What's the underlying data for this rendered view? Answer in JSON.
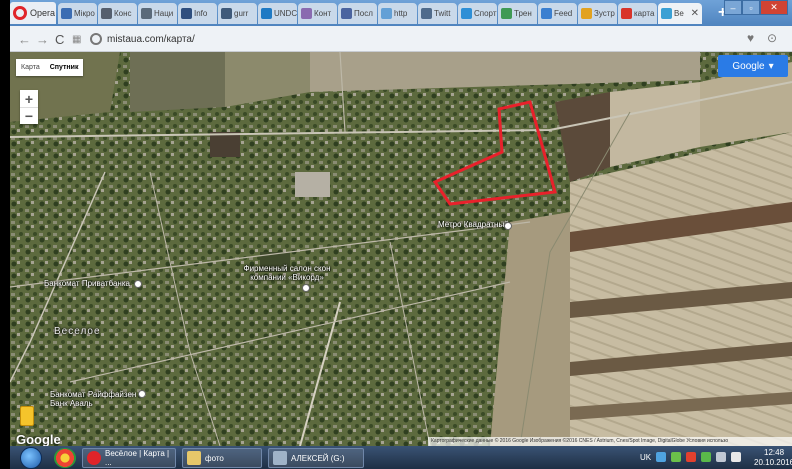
{
  "browser": {
    "name": "Opera",
    "tabs": [
      {
        "label": "Мікро",
        "color": "#3b6db3"
      },
      {
        "label": "Конс",
        "color": "#555f6e"
      },
      {
        "label": "Наци",
        "color": "#5a6a7a"
      },
      {
        "label": "Info",
        "color": "#2f4f7f"
      },
      {
        "label": "gurr",
        "color": "#3f5a7a"
      },
      {
        "label": "UNDC",
        "color": "#1f7ac4"
      },
      {
        "label": "Конт",
        "color": "#8a6bb0"
      },
      {
        "label": "Посл",
        "color": "#4a64a0"
      },
      {
        "label": "http",
        "color": "#63a0d6"
      },
      {
        "label": "Twitt",
        "color": "#4f6b8c"
      },
      {
        "label": "Спорт",
        "color": "#2e8fd6"
      },
      {
        "label": "Трен",
        "color": "#3f9a55"
      },
      {
        "label": "Feed",
        "color": "#3a7fd0"
      },
      {
        "label": "Зустр",
        "color": "#e2a21f"
      },
      {
        "label": "карта",
        "color": "#d8342a"
      },
      {
        "label": "Ве",
        "color": "#3aa0d4",
        "active": true
      }
    ],
    "url": "mistaua.com/карта/"
  },
  "map": {
    "type_buttons": {
      "map": "Карта",
      "satellite": "Спутник"
    },
    "zoom_in": "+",
    "zoom_out": "−",
    "signin_label": "Google",
    "logo": "Google",
    "attribution": "Картографические данные © 2016 Google Изображения ©2016 CNES / Astrium, Cnes/Spot Image, DigitalGlobe    Условия использо",
    "labels": {
      "metro": "Метро Квадратный",
      "salon": "Фирменный салон скон компании «Викорд»",
      "bank1": "Банкомат Приватбанка",
      "bank2": "Банкомат Райффайзен Банк Аваль",
      "village": "Веселое"
    },
    "highlight_color": "#e8212b"
  },
  "taskbar": {
    "tasks": [
      {
        "label": "Весёлое | Карта | ...",
        "icon": "opera-icon"
      },
      {
        "label": "фото",
        "icon": "folder-icon"
      },
      {
        "label": "АЛЕКСЕЙ (G:)",
        "icon": "drive-icon"
      }
    ],
    "lang": "UK",
    "time": "12:48",
    "date": "20.10.2016"
  }
}
